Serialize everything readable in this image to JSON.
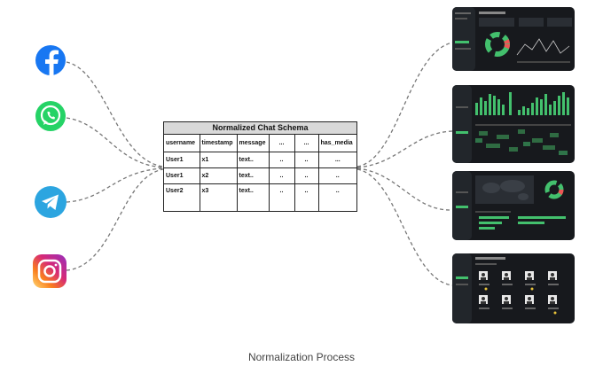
{
  "sources": [
    {
      "name": "Facebook",
      "icon": "facebook-icon",
      "color": "#1877f2"
    },
    {
      "name": "WhatsApp",
      "icon": "whatsapp-icon",
      "color": "#25d366"
    },
    {
      "name": "Telegram",
      "icon": "telegram-icon",
      "color": "#2ca5e0"
    },
    {
      "name": "Instagram",
      "icon": "instagram-icon",
      "color": "#d62976"
    }
  ],
  "schema": {
    "title": "Normalized Chat Schema",
    "columns": [
      "username",
      "timestamp",
      "message",
      "...",
      "...",
      "has_media"
    ],
    "rows": [
      [
        "User1",
        "x1",
        "text..",
        "..",
        "..",
        "..."
      ],
      [
        "User1",
        "x2",
        "text..",
        "..",
        "..",
        ".."
      ],
      [
        "User2",
        "x3",
        "text..",
        "..",
        "..",
        ".."
      ]
    ]
  },
  "dashboards": [
    {
      "name": "dashboard-overview",
      "accent": "#43c06d"
    },
    {
      "name": "dashboard-activity",
      "accent": "#43c06d"
    },
    {
      "name": "dashboard-geo",
      "accent": "#43c06d"
    },
    {
      "name": "dashboard-users",
      "accent": "#43c06d"
    }
  ],
  "caption": "Normalization Process"
}
